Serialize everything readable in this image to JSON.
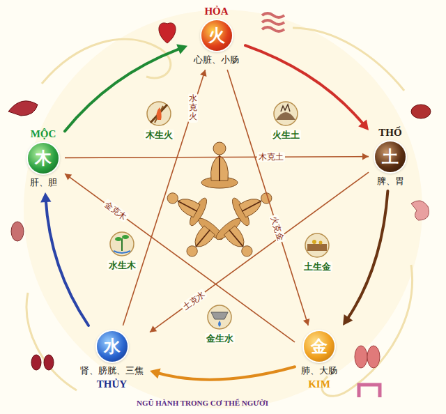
{
  "diagram": {
    "caption": "NGŨ HÀNH TRONG CƠ THỂ NGƯỜI",
    "nodes": [
      {
        "text": [
          "HỎA",
          "火",
          "心脏、小肠"
        ]
      },
      {
        "text": [
          "THỔ",
          "土",
          "脾、胃"
        ]
      },
      {
        "text": [
          "KIM",
          "金",
          "肺、大肠"
        ]
      },
      {
        "text": [
          "THỦY",
          "水",
          "肾、膀胱、三焦"
        ]
      },
      {
        "text": [
          "MỘC",
          "木",
          "肝、胆"
        ]
      }
    ],
    "edges": [
      {
        "from": 0,
        "to": 1,
        "arrow": "to"
      },
      {
        "from": 1,
        "to": 2,
        "arrow": "to"
      },
      {
        "from": 2,
        "to": 3,
        "arrow": "to"
      },
      {
        "from": 3,
        "to": 4,
        "arrow": "to"
      },
      {
        "from": 4,
        "to": 0,
        "arrow": "to"
      },
      {
        "from": 3,
        "to": 0,
        "label": "水克火",
        "arrow": "to"
      },
      {
        "from": 4,
        "to": 1,
        "label": "木克土",
        "arrow": "to"
      },
      {
        "from": 0,
        "to": 2,
        "label": "火克金",
        "arrow": "to"
      },
      {
        "from": 1,
        "to": 3,
        "label": "土克水",
        "arrow": "to"
      },
      {
        "from": 2,
        "to": 4,
        "label": "金克木",
        "arrow": "to"
      }
    ],
    "labels": [
      "木生火",
      "火生土",
      "土生金",
      "金生水",
      "水生木"
    ]
  }
}
